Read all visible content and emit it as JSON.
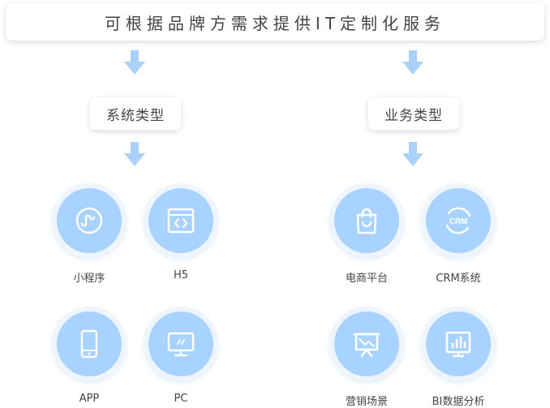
{
  "header": {
    "title": "可根据品牌方需求提供IT定制化服务"
  },
  "colors": {
    "arrow": "#a9d1fb",
    "circle_outer": "#eef5fd",
    "circle_inner": "#a8d2ff",
    "icon": "#ffffff"
  },
  "left": {
    "title": "系统类型",
    "items": [
      {
        "label": "小程序",
        "icon": "mini-program-icon"
      },
      {
        "label": "H5",
        "icon": "code-window-icon"
      },
      {
        "label": "APP",
        "icon": "phone-icon"
      },
      {
        "label": "PC",
        "icon": "monitor-icon"
      }
    ]
  },
  "right": {
    "title": "业务类型",
    "items": [
      {
        "label": "电商平台",
        "icon": "shopping-bag-icon"
      },
      {
        "label": "CRM系统",
        "icon": "crm-icon",
        "icon_text": "CRM"
      },
      {
        "label": "营销场景",
        "icon": "presentation-icon"
      },
      {
        "label": "BI数据分析",
        "icon": "bar-chart-icon"
      }
    ]
  }
}
